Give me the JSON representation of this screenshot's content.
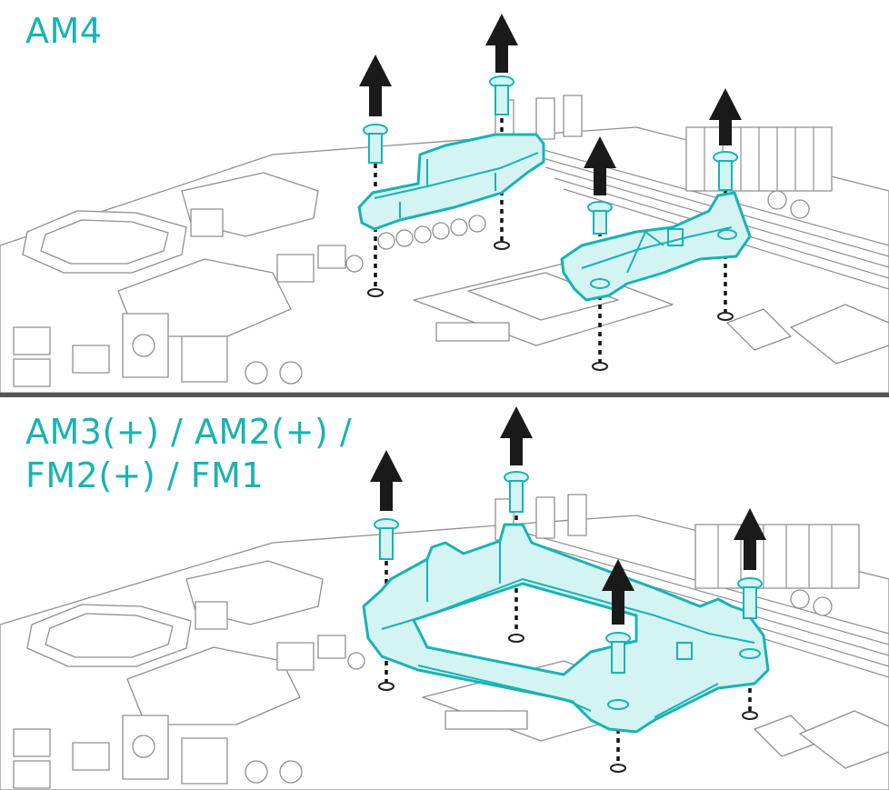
{
  "panels": {
    "top": {
      "label": "AM4"
    },
    "bottom": {
      "label_line1": "AM3(+) / AM2(+) /",
      "label_line2": "FM2(+) / FM1"
    }
  },
  "colors": {
    "accent": "#18b3b3",
    "bracket_fill": "#d4f3f3",
    "board_line": "#8f8f8f",
    "arrow": "#1a1a1a",
    "divider": "#555555"
  },
  "icons": [
    "up-arrow-icon",
    "screw-icon",
    "standoff-icon",
    "bracket-icon"
  ]
}
